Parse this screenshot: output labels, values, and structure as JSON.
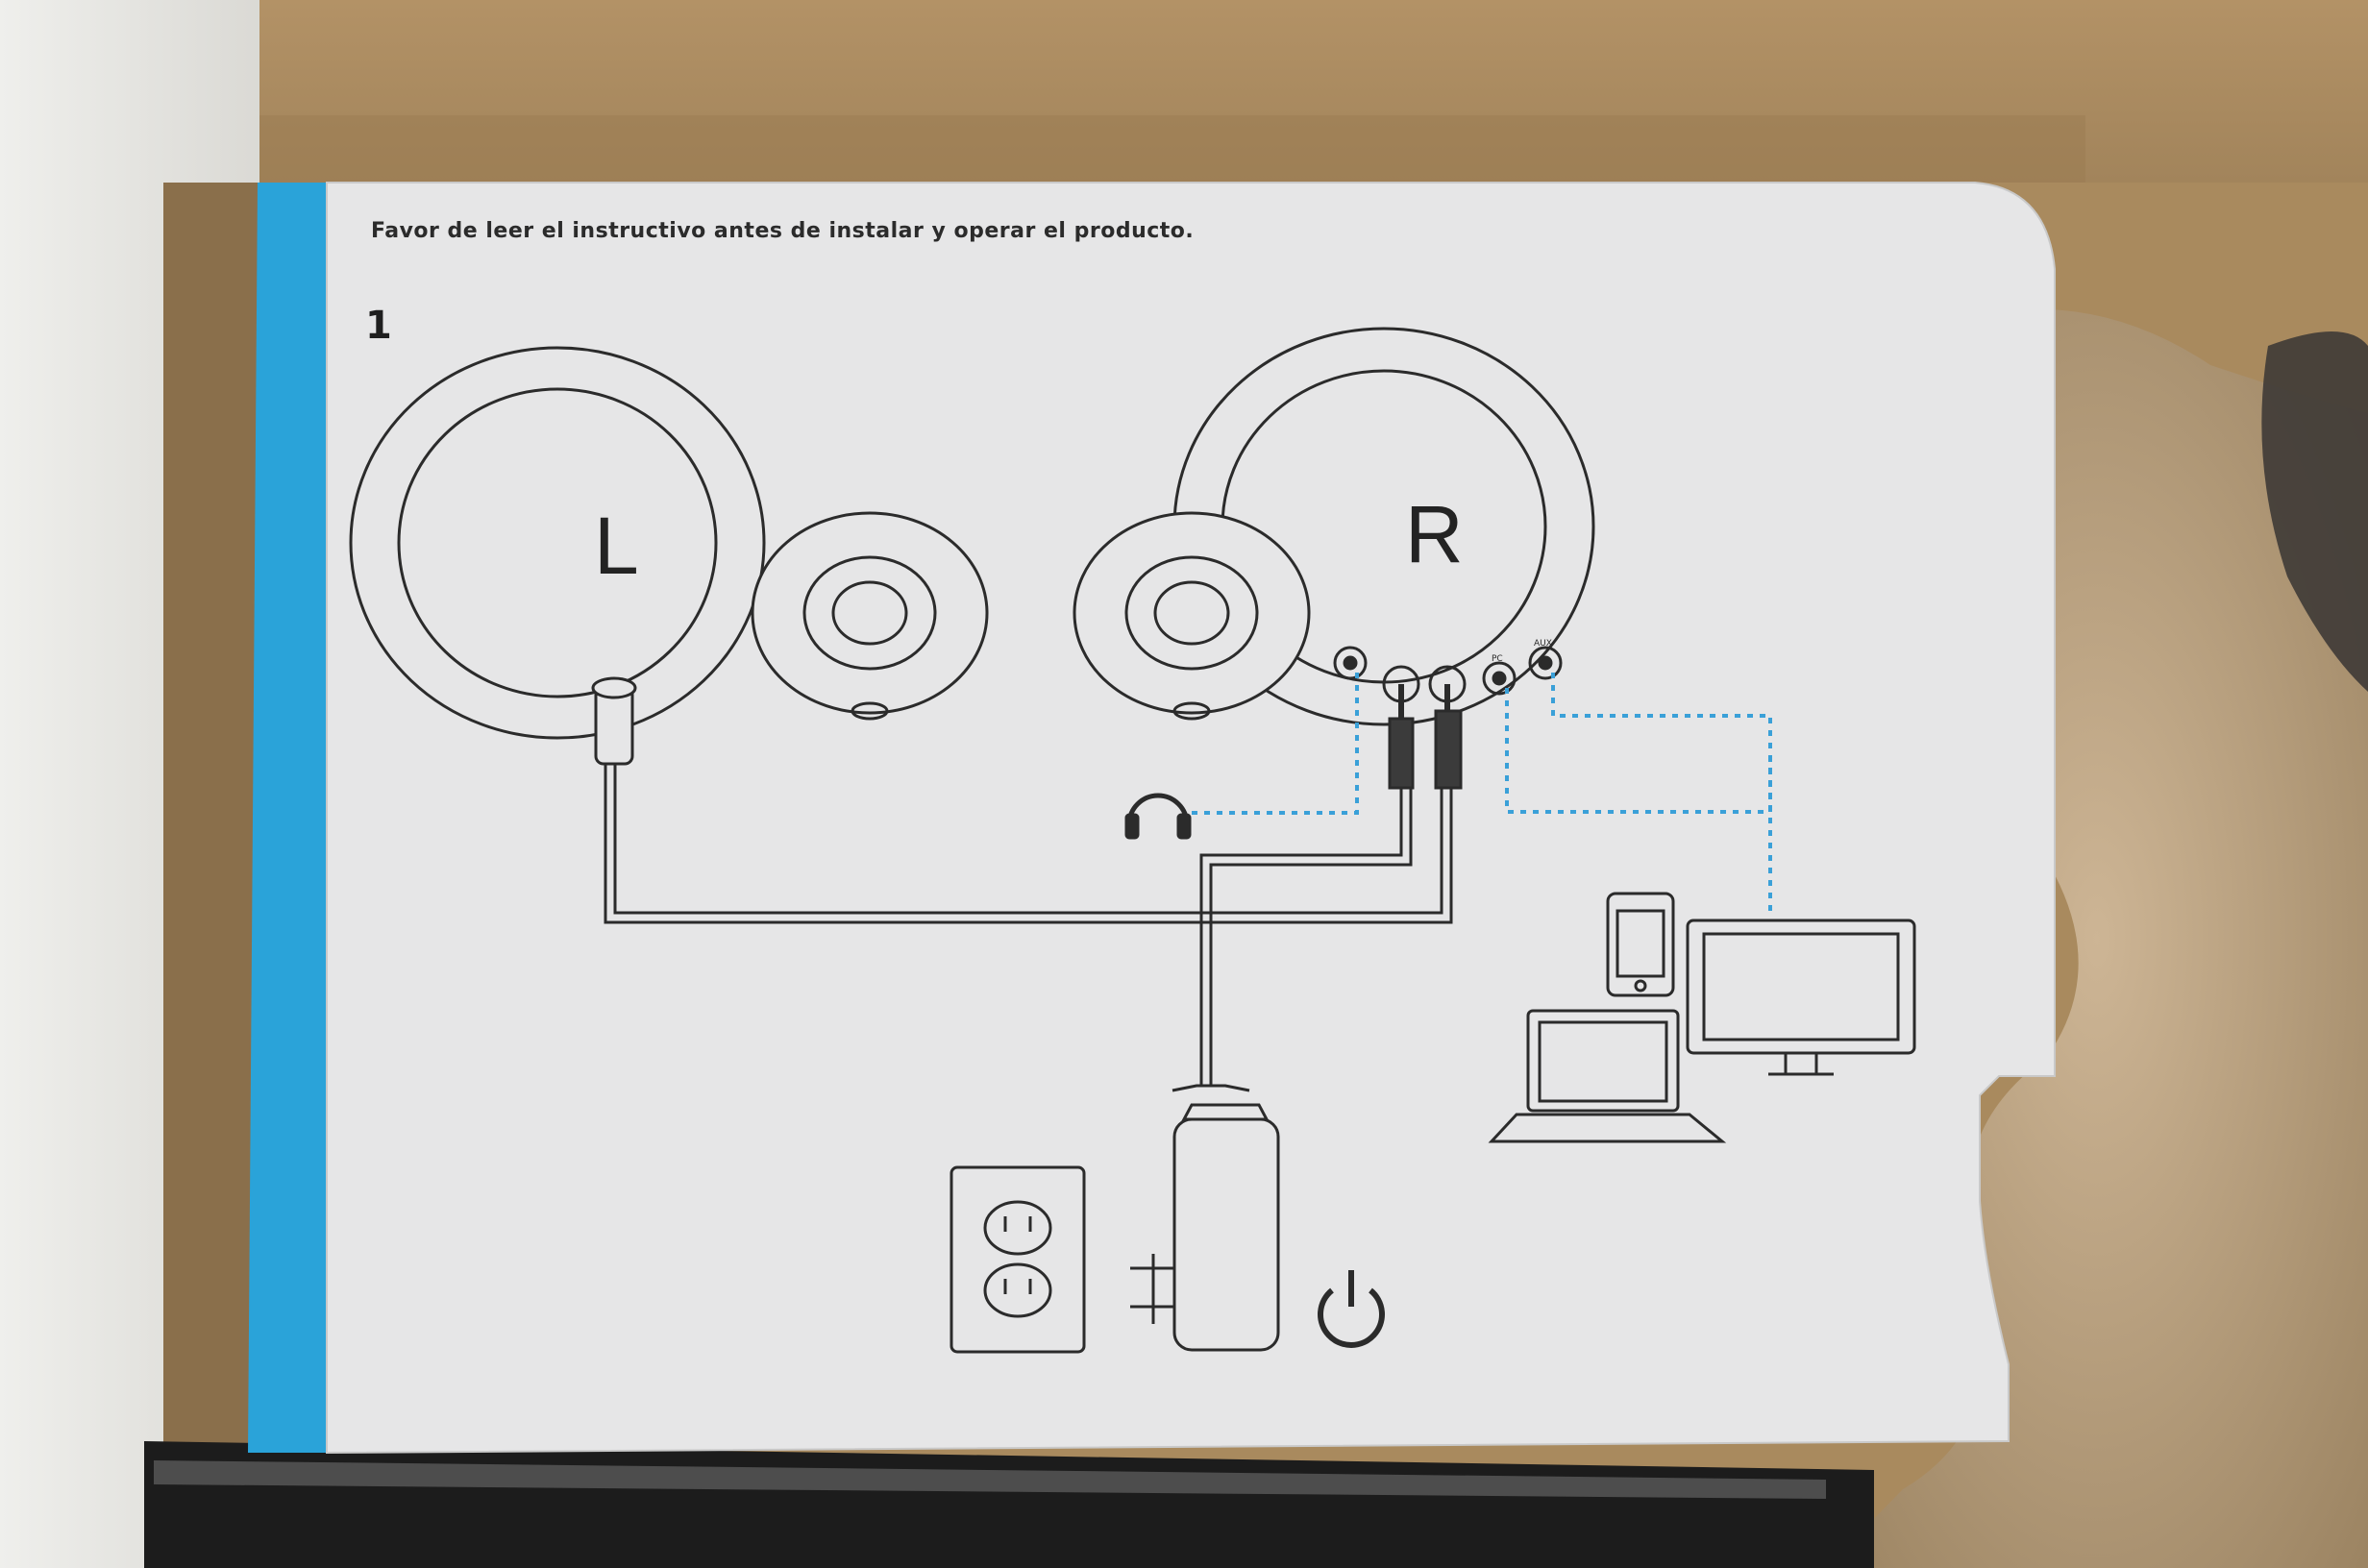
{
  "card": {
    "headline": "Favor de leer el instructivo antes de instalar y operar el producto.",
    "step_number": "1"
  },
  "speakers": {
    "left_label": "L",
    "right_label": "R"
  },
  "ports": [
    {
      "icon": "headphone-port-icon"
    },
    {
      "icon": "power-in-port-icon"
    },
    {
      "icon": "speaker-link-port-icon"
    },
    {
      "icon": "pc-port-icon",
      "label": "PC"
    },
    {
      "icon": "aux-port-icon",
      "label": "AUX"
    }
  ],
  "colors": {
    "card": "#e6e6e7",
    "accent_stripe": "#2aa3d9",
    "line": "#2b2b2b",
    "dotted_link": "#3aa0d8",
    "cardboard": "#a98a5e"
  }
}
